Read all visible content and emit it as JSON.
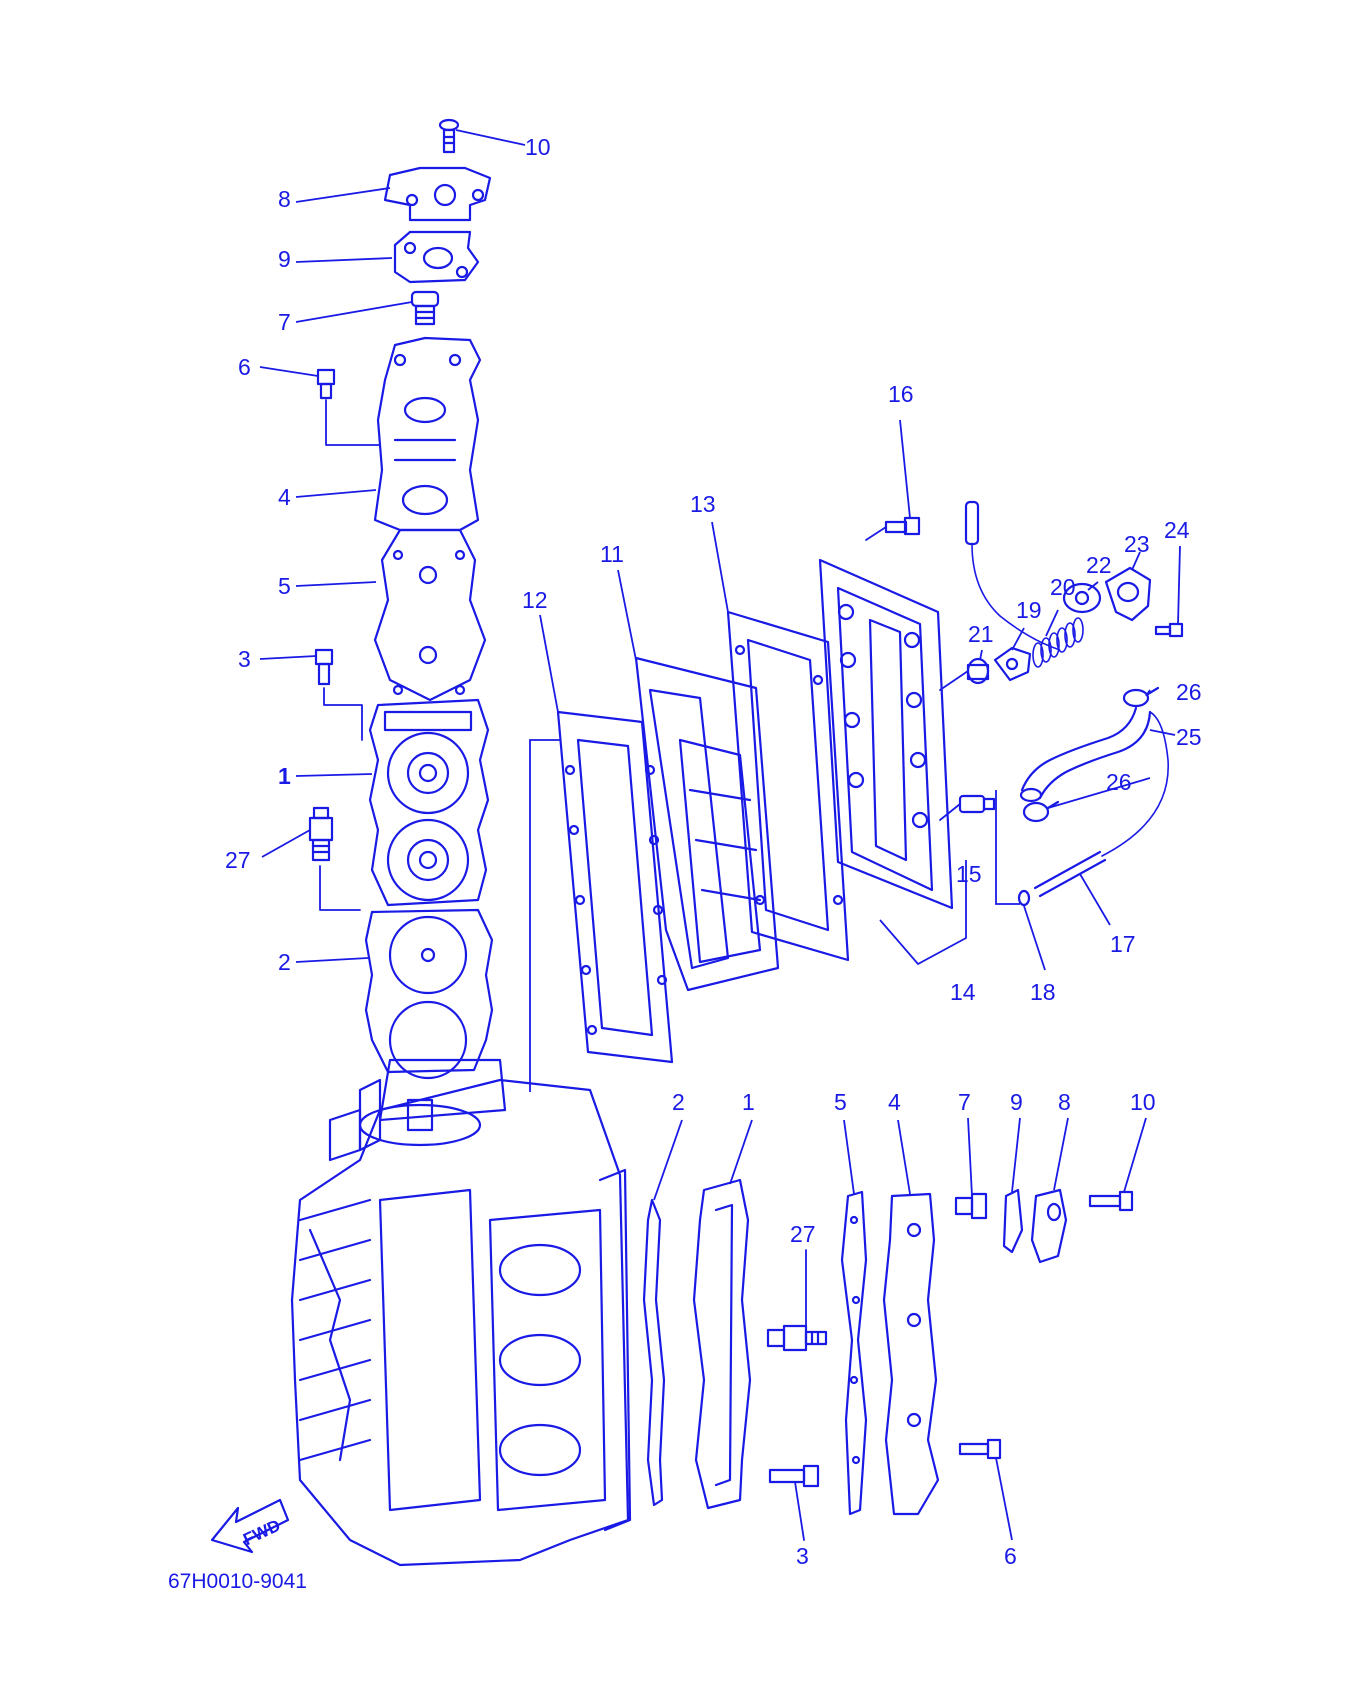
{
  "diagram": {
    "part_code": "67H0010-9041",
    "direction_label": "FWD",
    "accent_color": "#1a1ae6",
    "callouts": [
      "1",
      "2",
      "3",
      "4",
      "5",
      "6",
      "7",
      "8",
      "9",
      "10",
      "11",
      "12",
      "13",
      "14",
      "15",
      "16",
      "17",
      "18",
      "19",
      "20",
      "21",
      "22",
      "23",
      "24",
      "25",
      "26",
      "27"
    ],
    "lower_callouts": [
      "2",
      "1",
      "5",
      "4",
      "7",
      "9",
      "8",
      "10",
      "27",
      "3",
      "6"
    ]
  }
}
